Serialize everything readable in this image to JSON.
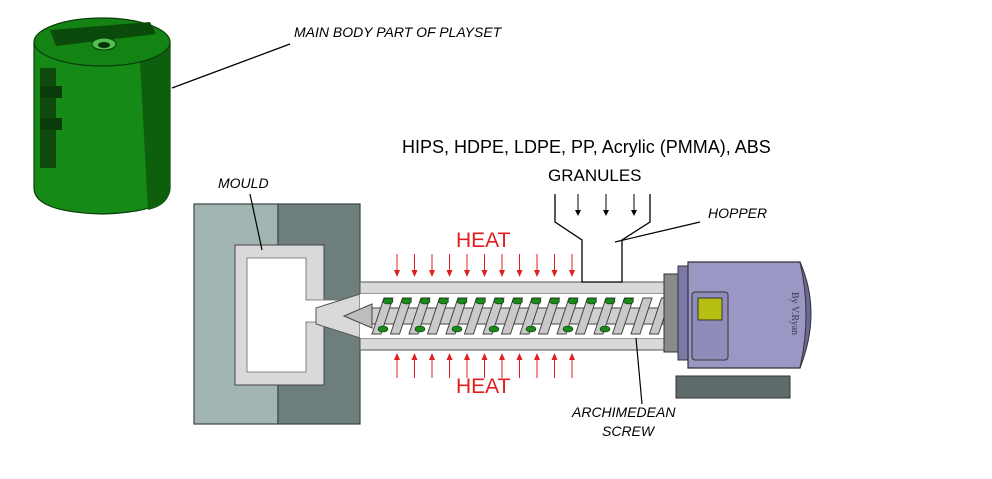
{
  "labels": {
    "main_body": "MAIN BODY PART OF PLAYSET",
    "materials": "HIPS, HDPE, LDPE, PP, Acrylic (PMMA), ABS",
    "granules": "GRANULES",
    "mould": "MOULD",
    "hopper": "HOPPER",
    "heat_top": "HEAT",
    "heat_bottom": "HEAT",
    "screw_line1": "ARCHIMEDEAN",
    "screw_line2": "SCREW",
    "credit": "By V.Ryan"
  },
  "colors": {
    "heat": "#e02020",
    "part_green": "#1a8a1a",
    "mould_light": "#a3b5b3",
    "mould_dark": "#6e7e7c",
    "barrel": "#d9d9d9",
    "motor": "#9a97c4",
    "motor_base": "#5f6a6a",
    "indicator": "#b5c012"
  }
}
